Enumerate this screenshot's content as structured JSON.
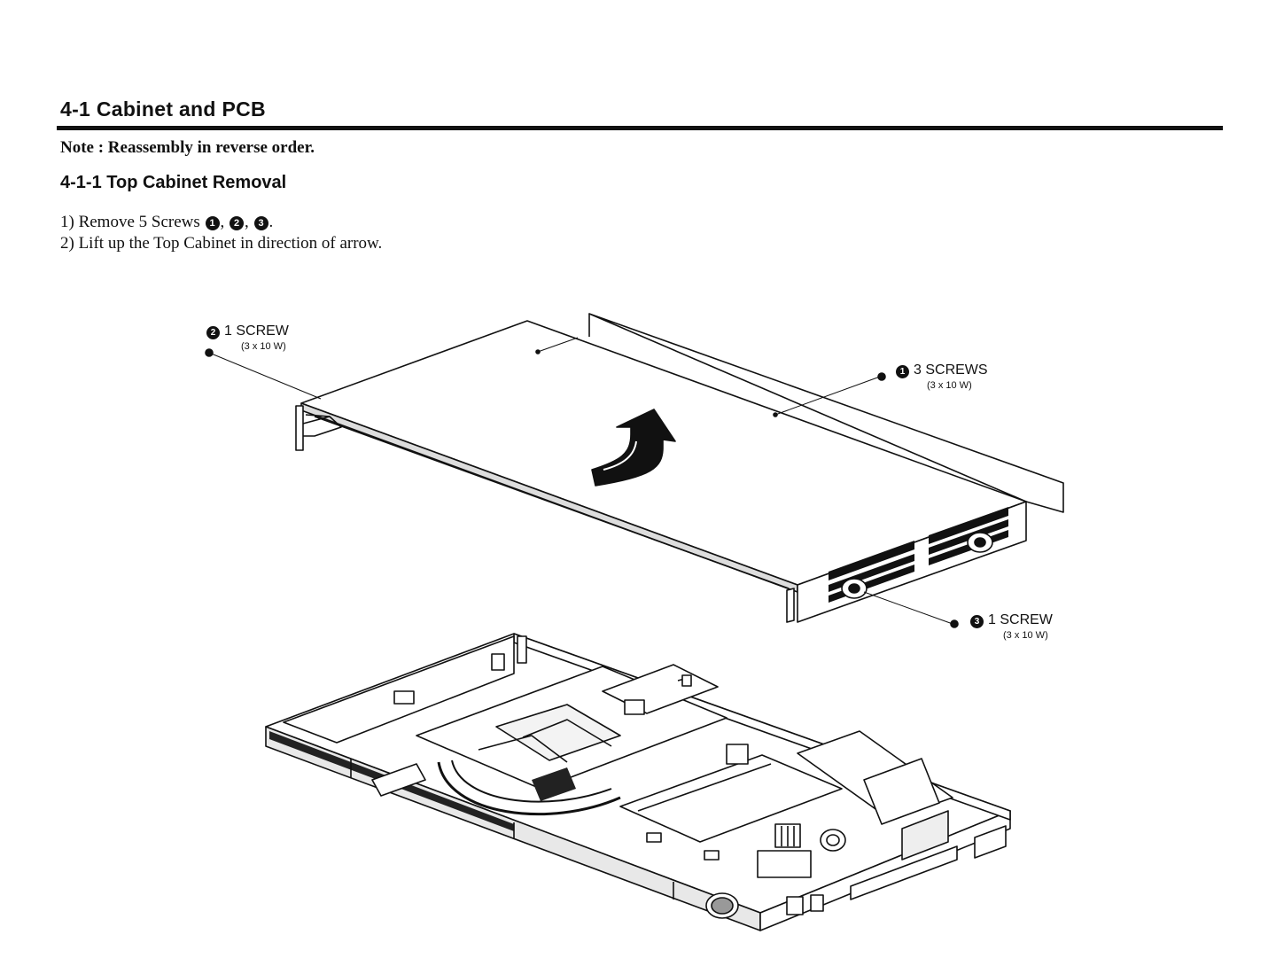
{
  "document": {
    "section_title": "4-1 Cabinet and PCB",
    "note": "Note : Reassembly in reverse order.",
    "subsection_title": "4-1-1 Top Cabinet Removal",
    "steps": {
      "step1_prefix": "1) Remove 5 Screws",
      "step1_suffix": ".",
      "step2": "2) Lift up the Top Cabinet in direction of arrow."
    },
    "markers": {
      "m1": "1",
      "m2": "2",
      "m3": "3"
    },
    "comma": ","
  },
  "diagram": {
    "callouts": [
      {
        "marker": "2",
        "label": "1 SCREW",
        "spec": "(3 x 10 W)"
      },
      {
        "marker": "1",
        "label": "3 SCREWS",
        "spec": "(3 x 10 W)"
      },
      {
        "marker": "3",
        "label": "1 SCREW",
        "spec": "(3 x 10 W)"
      }
    ]
  }
}
